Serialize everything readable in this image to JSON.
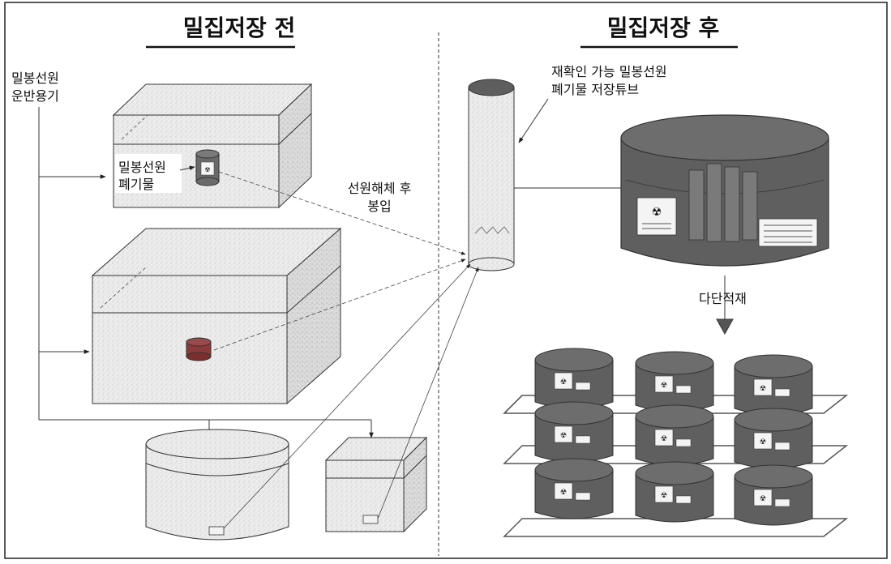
{
  "titles": {
    "before": "밀집저장 전",
    "after": "밀집저장 후"
  },
  "labels": {
    "container_line1": "밀봉선원",
    "container_line2": "운반용기",
    "waste_line1": "밀봉선원",
    "waste_line2": "폐기물",
    "dismantle_line1": "선원해체 후",
    "dismantle_line2": "봉입",
    "tube_line1": "재확인 가능 밀봉선원",
    "tube_line2": "폐기물 저장튜브",
    "stacking": "다단적재"
  },
  "colors": {
    "drum_dark": "#5f5f5f",
    "drum_top": "#6d6d6d",
    "box_fill": "#e9e9e9",
    "box_side": "#d2d2d2",
    "tube_fill": "#d4d4d4",
    "rack": "#555555"
  }
}
